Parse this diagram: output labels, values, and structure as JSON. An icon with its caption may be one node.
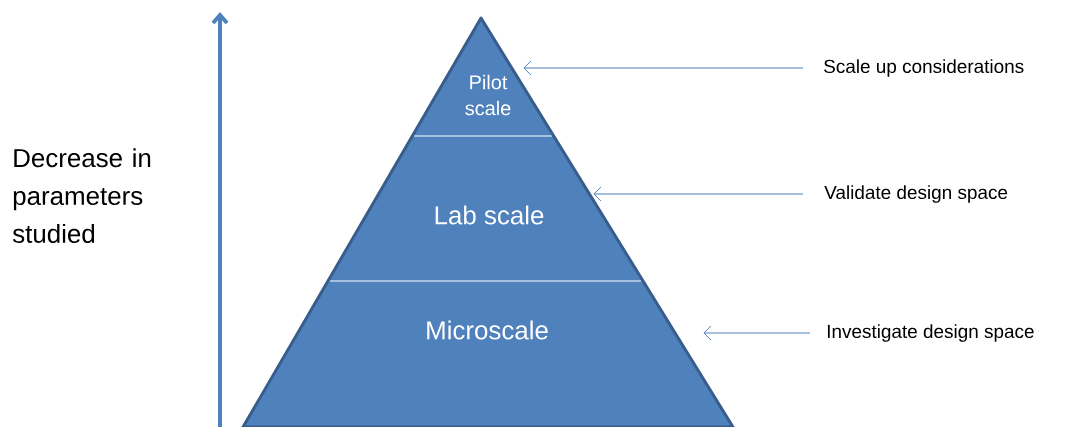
{
  "diagram": {
    "nodes": [
      {
        "text": [
          "Pilot scale"
        ]
      },
      {
        "text": [
          "Lab scale"
        ]
      },
      {
        "text": [
          "Microscale"
        ]
      },
      {
        "text": [
          "Scale up considerations"
        ]
      },
      {
        "text": [
          "Validate design space"
        ]
      },
      {
        "text": [
          "Investigate design space"
        ]
      }
    ],
    "edges": [
      {
        "from": 3,
        "to": 0,
        "arrow": "to"
      },
      {
        "from": 4,
        "to": 1,
        "arrow": "to"
      },
      {
        "from": 5,
        "to": 2,
        "arrow": "to"
      }
    ],
    "labels": [
      "Decrease in parameters studied"
    ]
  }
}
